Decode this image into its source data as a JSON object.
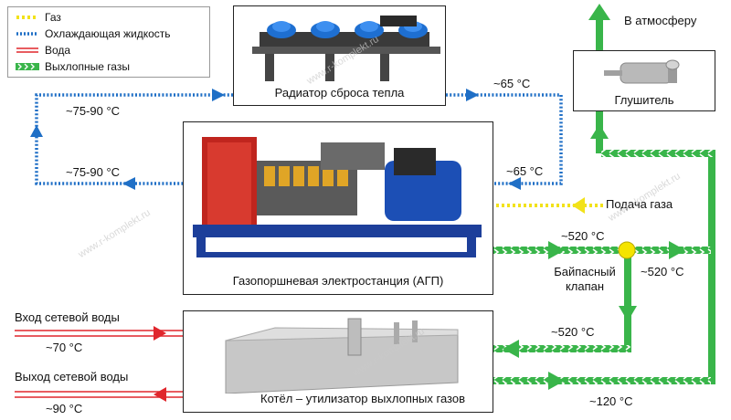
{
  "legend": {
    "gas": "Газ",
    "coolant": "Охлаждающая жидкость",
    "water": "Вода",
    "exhaust": "Выхлопные газы"
  },
  "boxes": {
    "radiator": "Радиатор сброса тепла",
    "generator": "Газопоршневая электростанция (АГП)",
    "boiler": "Котёл – утилизатор выхлопных газов",
    "muffler": "Глушитель"
  },
  "labels": {
    "atmosphere": "В атмосферу",
    "gas_supply": "Подача газа",
    "bypass_line1": "Байпасный",
    "bypass_line2": "клапан",
    "water_in": "Вход сетевой воды",
    "water_out": "Выход сетевой воды",
    "t_coolant_top_left": "~75-90 °C",
    "t_coolant_bottom_left": "~75-90 °C",
    "t_coolant_top_right": "~65 °C",
    "t_coolant_bottom_right": "~65 °C",
    "t_exhaust_gen": "~520 °C",
    "t_exhaust_bypass": "~520 °C",
    "t_exhaust_boiler": "~520 °C",
    "t_exhaust_out": "~120 °C",
    "t_water_in": "~70 °C",
    "t_water_out": "~90 °C"
  },
  "watermark": "www.r-komplekt.ru",
  "colors": {
    "gas": "#f2e21a",
    "coolant": "#1f6fc6",
    "water": "#e0262c",
    "exhaust": "#39b54a",
    "bypass_valve": "#f5e400"
  }
}
